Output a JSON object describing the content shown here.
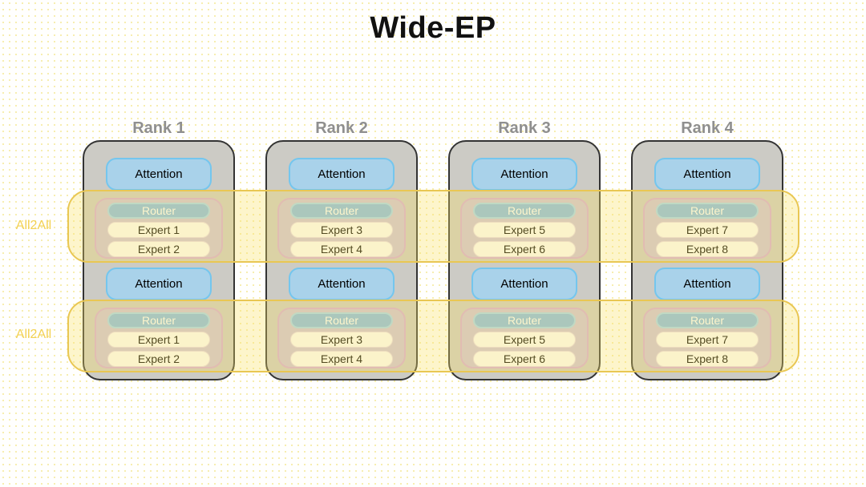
{
  "title": "Wide-EP",
  "bands": [
    {
      "label": "All2All"
    },
    {
      "label": "All2All"
    }
  ],
  "ranks": [
    {
      "label": "Rank 1",
      "sections": [
        {
          "attention": "Attention",
          "router": "Router",
          "experts": [
            "Expert 1",
            "Expert 2"
          ]
        },
        {
          "attention": "Attention",
          "router": "Router",
          "experts": [
            "Expert 1",
            "Expert 2"
          ]
        }
      ]
    },
    {
      "label": "Rank 2",
      "sections": [
        {
          "attention": "Attention",
          "router": "Router",
          "experts": [
            "Expert 3",
            "Expert 4"
          ]
        },
        {
          "attention": "Attention",
          "router": "Router",
          "experts": [
            "Expert 3",
            "Expert 4"
          ]
        }
      ]
    },
    {
      "label": "Rank 3",
      "sections": [
        {
          "attention": "Attention",
          "router": "Router",
          "experts": [
            "Expert 5",
            "Expert 6"
          ]
        },
        {
          "attention": "Attention",
          "router": "Router",
          "experts": [
            "Expert 5",
            "Expert 6"
          ]
        }
      ]
    },
    {
      "label": "Rank 4",
      "sections": [
        {
          "attention": "Attention",
          "router": "Router",
          "experts": [
            "Expert 7",
            "Expert 8"
          ]
        },
        {
          "attention": "Attention",
          "router": "Router",
          "experts": [
            "Expert 7",
            "Expert 8"
          ]
        }
      ]
    }
  ],
  "colors": {
    "rank_fill": "#cccbc5",
    "rank_border": "#333333",
    "rank_label_text": "#8f8f8f",
    "attention_fill": "#a9d2ea",
    "attention_border": "#74c6ee",
    "router_fill": "#85bbe7",
    "router_border": "#a5d6f2",
    "expert_fill": "#fdfcfd",
    "moe_fill": "#cec2da",
    "moe_border": "#d6abd9",
    "band_fill": "rgba(249,224,101,0.33)",
    "band_border": "#e9c753",
    "all2all_text": "#f3d153",
    "title_text": "#111111"
  }
}
